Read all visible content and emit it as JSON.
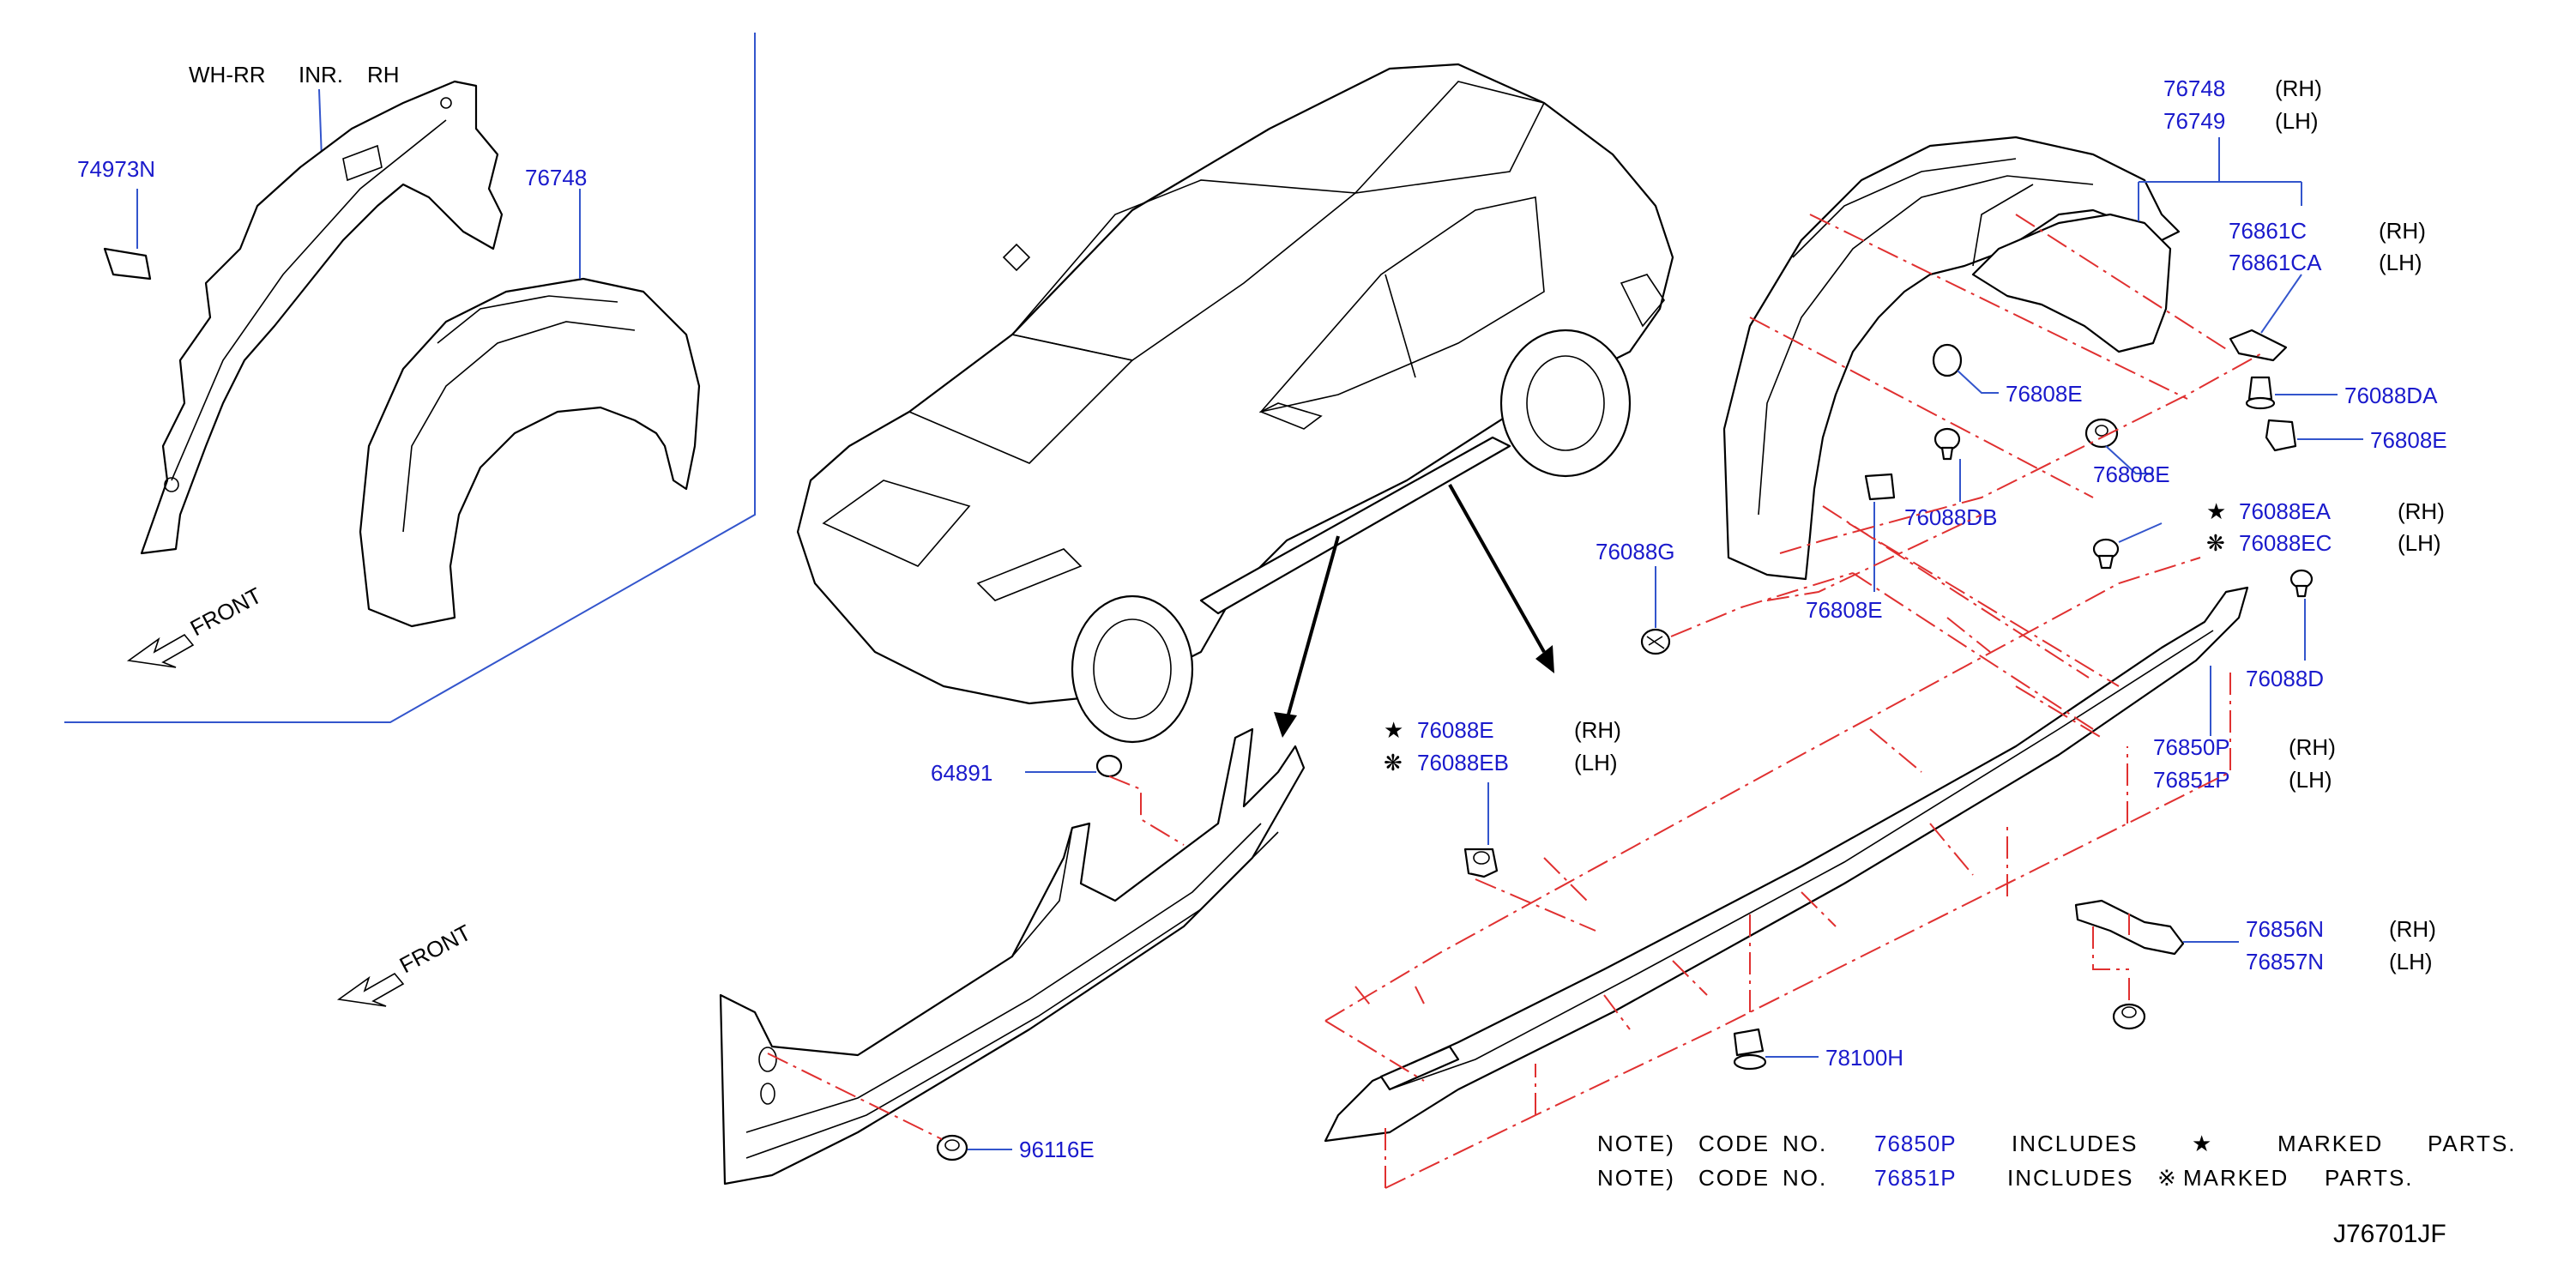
{
  "diagram": {
    "code": "J76701JF",
    "inset": {
      "caption_1": "WH-RR",
      "caption_2": "INR.",
      "caption_3": "RH",
      "front_label": "FRONT"
    },
    "front_label_main": "FRONT",
    "parts": {
      "p74973N": "74973N",
      "p76748_inset": "76748",
      "p76748": "76748",
      "p76749": "76749",
      "p76861C": "76861C",
      "p76861CA": "76861CA",
      "p76808E_a": "76808E",
      "p76088DA": "76088DA",
      "p76808E_b": "76808E",
      "p76808E_c": "76808E",
      "p76088DB": "76088DB",
      "p76088G": "76088G",
      "p76808E_d": "76808E",
      "p76088EA": "76088EA",
      "p76088EC": "76088EC",
      "p76088D": "76088D",
      "p76850P": "76850P",
      "p76851P": "76851P",
      "p76088E": "76088E",
      "p76088EB": "76088EB",
      "p64891": "64891",
      "p76856N": "76856N",
      "p76857N": "76857N",
      "p78100H": "78100H",
      "p96116E": "96116E"
    },
    "side": {
      "rh": "(RH)",
      "lh": "(LH)"
    },
    "marks": {
      "star": "★",
      "asterisk": "※",
      "flower": "❋"
    },
    "notes": [
      {
        "lead": "NOTE)",
        "code": "CODE",
        "no": "NO.",
        "part": "76850P",
        "includes": "INCLUDES",
        "marked": "MARKED",
        "parts": "PARTS."
      },
      {
        "lead": "NOTE)",
        "code": "CODE",
        "no": "NO.",
        "part": "76851P",
        "includes": "INCLUDES",
        "marked": "MARKED",
        "parts": "PARTS."
      }
    ]
  }
}
